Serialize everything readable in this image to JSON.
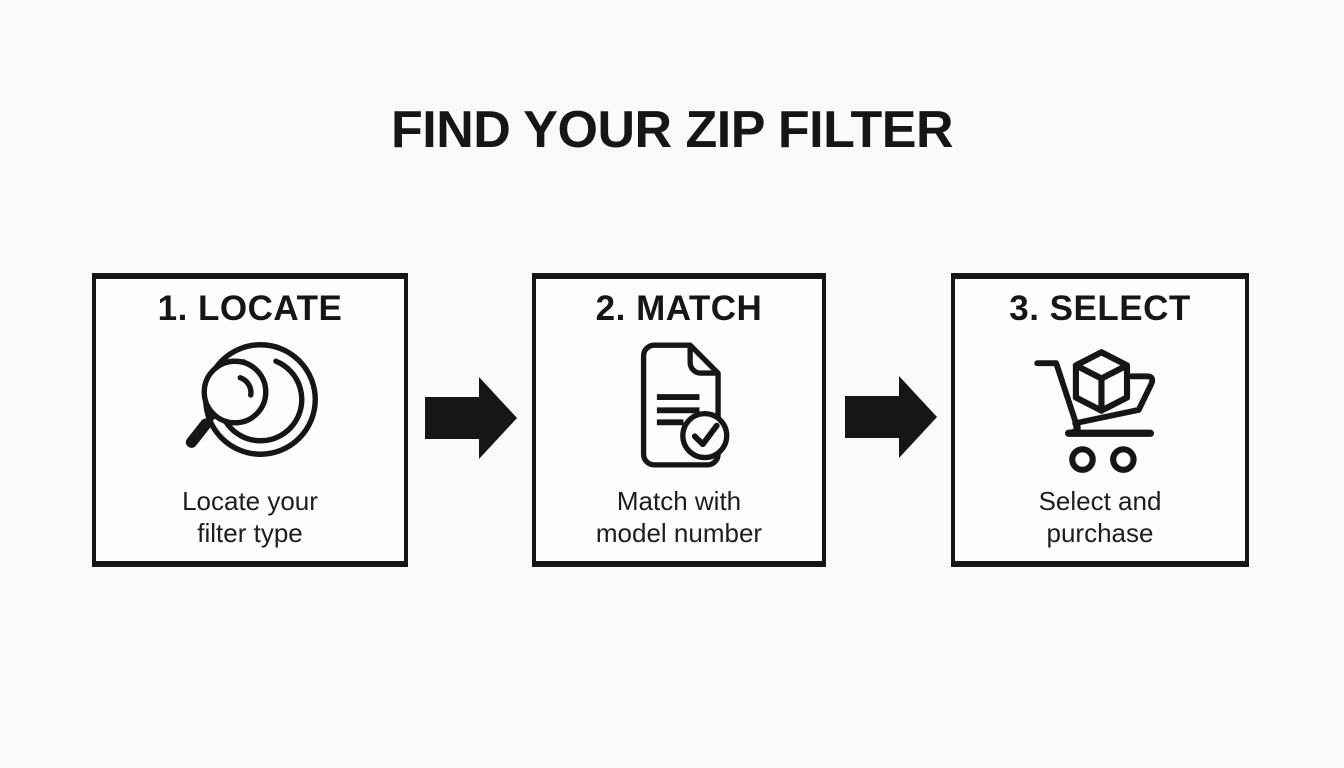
{
  "page": {
    "title": "FIND YOUR ZIP FILTER",
    "colors": {
      "ink": "#161616",
      "background": "#f9fafa",
      "box_background": "#fdfdfd"
    }
  },
  "steps": [
    {
      "heading": "1. LOCATE",
      "icon": "magnifier-filter-icon",
      "description": "Locate your\nfilter type"
    },
    {
      "heading": "2. MATCH",
      "icon": "document-check-icon",
      "description": "Match with\nmodel number"
    },
    {
      "heading": "3. SELECT",
      "icon": "cart-cube-icon",
      "description": "Select and\npurchase"
    }
  ],
  "arrows": [
    {
      "icon": "right-arrow-icon",
      "direction": "right"
    },
    {
      "icon": "right-arrow-icon",
      "direction": "right"
    }
  ]
}
